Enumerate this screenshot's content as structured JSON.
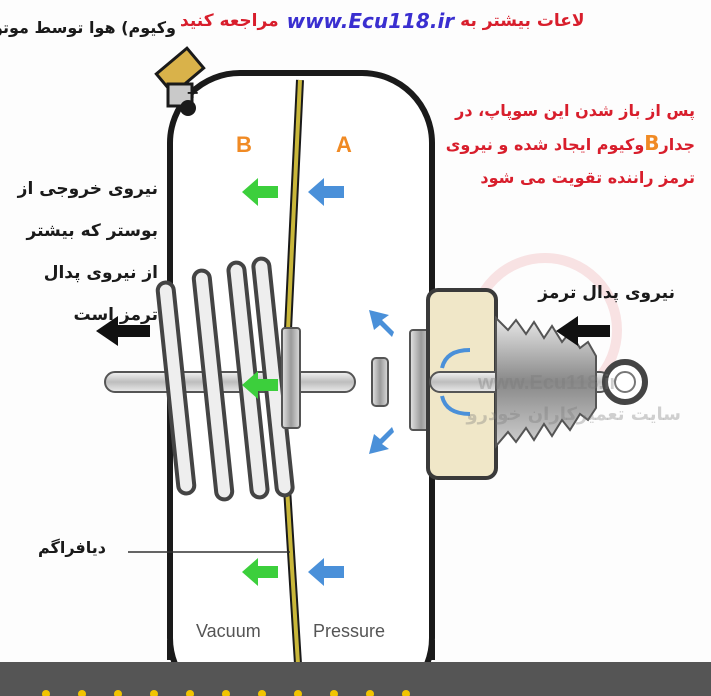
{
  "header": {
    "url": "www.Ecu118.ir",
    "url_prefix": "لاعات بیشتر به",
    "url_suffix": "مراجعه کنید",
    "top_right_label": "وکیوم) هوا توسط موتور"
  },
  "chambers": {
    "b_label": "B",
    "a_label": "A",
    "vacuum_label": "Vacuum",
    "pressure_label": "Pressure"
  },
  "annotations": {
    "valve_note_line1": "پس از باز شدن این سوپاپ، در",
    "valve_note_line2_pre": "جدار",
    "valve_note_line2_letter": "B",
    "valve_note_line2_post": "وکیوم ایجاد شده و نیروی",
    "valve_note_line3": "ترمز راننده تقویت می شود",
    "output_force_line1": "نیروی خروجی از",
    "output_force_line2": "بوستر که بیشتر",
    "output_force_line3": "از نیروی پدال",
    "output_force_line4": "ترمز است",
    "pedal_force": "نیروی پدال ترمز",
    "diaphragm": "دیافراگم"
  },
  "watermark": {
    "domain": "www.Ecu118.ir",
    "tagline": "سایت تعمیرکاران خودرو"
  },
  "colors": {
    "green_arrow": "#3ccf3c",
    "blue_arrow": "#4a90d9",
    "orange_label": "#f08a24",
    "red_text": "#d81e2c",
    "url_blue": "#3a2fd0",
    "diaphragm_olive": "#9a8a2a",
    "bottom_bar": "#555555",
    "bottom_dots": "#f2c400"
  }
}
